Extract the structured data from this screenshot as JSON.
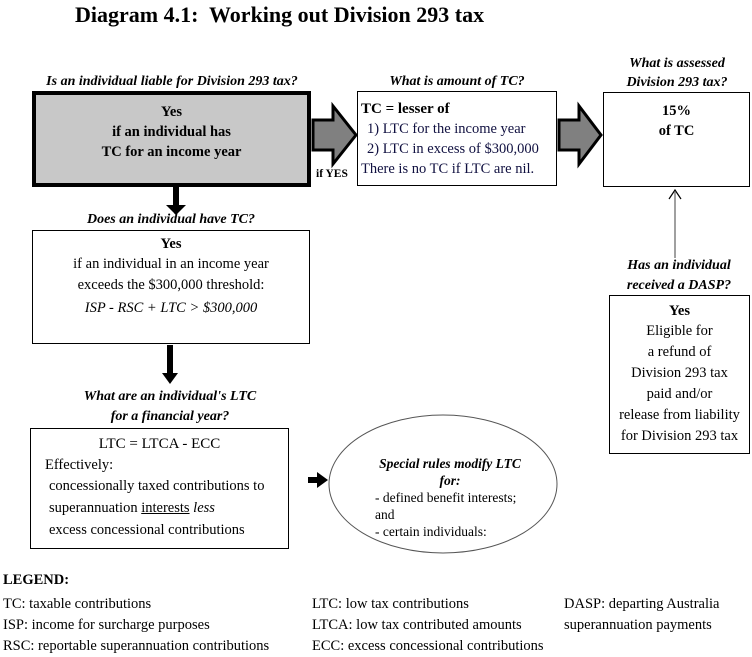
{
  "title": "Diagram 4.1:  Working out Division 293 tax",
  "colors": {
    "main_box_fill": "#c8c8c8",
    "arrow_fill": "#808080",
    "thin_arrow": "#808080",
    "text": "#000000"
  },
  "liability": {
    "question": "Is an individual liable for Division 293 tax?",
    "lines": [
      "Yes",
      "if an individual has",
      "TC for an income year"
    ]
  },
  "if_yes_label": "if YES",
  "tc_amount": {
    "question": "What is amount of TC?",
    "heading": "TC = lesser of",
    "items": [
      "1) LTC for the income year",
      "2) LTC in excess of $300,000"
    ],
    "note": "There is no TC if LTC are nil."
  },
  "assessed": {
    "question_line1": "What is assessed",
    "question_line2": "Division 293 tax?",
    "lines": [
      "15%",
      "of TC"
    ]
  },
  "have_tc": {
    "question": "Does an individual have TC?",
    "heading": "Yes",
    "lines": [
      "if an individual in an income year",
      "exceeds the $300,000 threshold:"
    ],
    "formula": "ISP - RSC + LTC > $300,000"
  },
  "ltc": {
    "question_line1": "What are an individual's LTC",
    "question_line2": "for a financial year?",
    "formula": "LTC = LTCA - ECC",
    "effectively": "Effectively:",
    "line1": "concessionally taxed contributions to",
    "line2_pre": "superannuation ",
    "line2_underlined": "interests",
    "line2_italic": " less",
    "line3": "excess concessional contributions"
  },
  "special_rules": {
    "line1": "Special rules modify LTC",
    "line2": "for:",
    "items": [
      "- defined benefit interests;",
      "and",
      "- certain individuals:"
    ]
  },
  "dasp": {
    "question_line1": "Has an individual",
    "question_line2": "received a DASP?",
    "heading": "Yes",
    "lines": [
      "Eligible for",
      "a refund of",
      "Division 293 tax",
      "paid and/or",
      "release from liability",
      "for Division 293 tax"
    ]
  },
  "legend": {
    "title": "LEGEND:",
    "col1": [
      "TC: taxable contributions",
      "ISP: income for surcharge purposes",
      "RSC: reportable superannuation contributions"
    ],
    "col2": [
      "LTC: low tax contributions",
      "LTCA: low tax contributed amounts",
      "ECC: excess concessional contributions"
    ],
    "col3": [
      "DASP: departing Australia",
      "superannuation payments"
    ]
  }
}
